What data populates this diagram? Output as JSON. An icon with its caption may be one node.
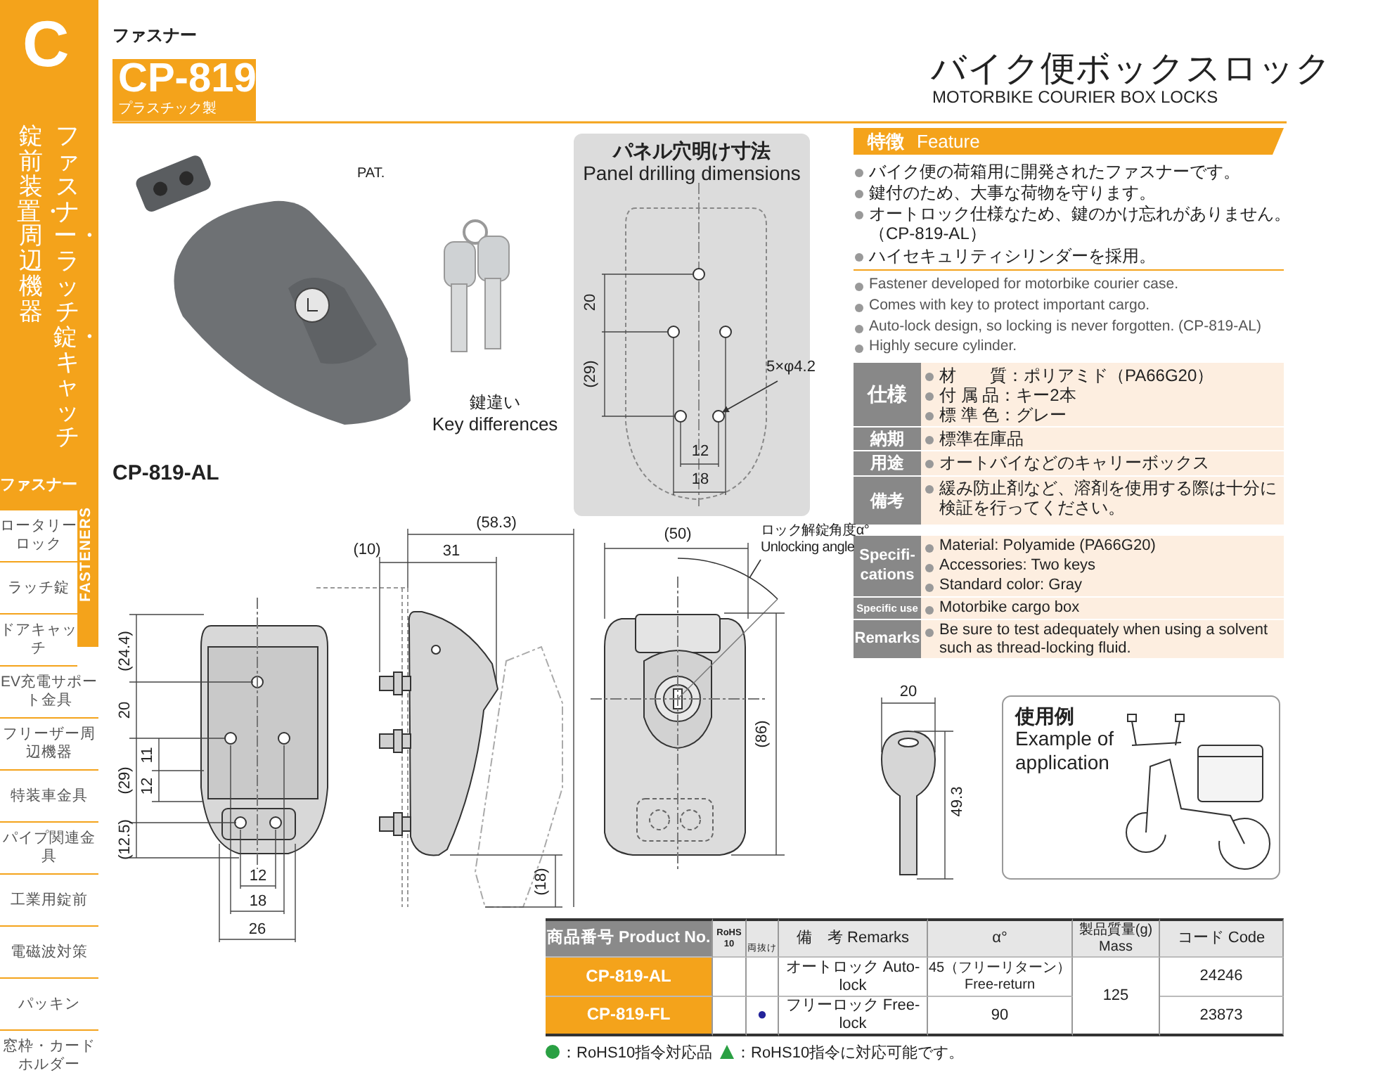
{
  "diagram": {
    "title": "バイク便ボックスロック",
    "nodes": [
      {
        "text": [
          "5×φ4.2"
        ]
      },
      {
        "text": [],
        "shape": "circle"
      },
      {
        "text": [
          "ロック解錠角度α°",
          "Unlocking angle"
        ]
      },
      {
        "text": [],
        "shape": "arc"
      }
    ],
    "edges": [
      {
        "from": 0,
        "to": 1,
        "arrow": "to"
      },
      {
        "from": 2,
        "to": 3,
        "arrow": "none"
      }
    ],
    "labels": [
      "C",
      "ファスナー・ラッチ錠・キャッチ",
      "錠前装置・周辺機器",
      "ファスナー",
      "FASTENERS",
      "ロータリーロック",
      "ラッチ錠",
      "ドアキャッチ",
      "EV充電サポート金具",
      "フリーザー周辺機器",
      "特装車金具",
      "パイプ関連金具",
      "工業用錠前",
      "電磁波対策",
      "パッキン",
      "窓枠・カードホルダー",
      "ファスナー",
      "CP-819",
      "プラスチック製",
      "MOTORBIKE COURIER BOX LOCKS",
      "PAT.",
      "鍵違い",
      "Key differences",
      "CP-819-AL",
      "パネル穴明け寸法",
      "Panel drilling dimensions",
      "20",
      "(29)",
      "12",
      "18",
      "特徴",
      "Feature",
      "バイク便の荷箱用に開発されたファスナーです。",
      "鍵付のため、大事な荷物を守ります。",
      "オートロック仕様なため、鍵のかけ忘れがありません。（CP-819-AL）",
      "ハイセキュリティシリンダーを採用。",
      "Fastener developed for motorbike courier case.",
      "Comes with key to protect important cargo.",
      "Auto-lock design, so locking is never forgotten. (CP-819-AL)",
      "Highly secure cylinder.",
      "仕様",
      "材　　質：ポリアミド（PA66G20）",
      "付 属 品：キー2本",
      "標 準 色：グレー",
      "納期",
      "標準在庫品",
      "用途",
      "オートバイなどのキャリーボックス",
      "備考",
      "緩み防止剤など、溶剤を使用する際は十分に検証を行ってください。",
      "Specifi- cations",
      "Material: Polyamide (PA66G20)",
      "Accessories: Two keys",
      "Standard color: Gray",
      "Specific use",
      "Motorbike cargo box",
      "(24.4)",
      "Remarks",
      "Be sure to test adequately when using a solvent such as thread-locking fluid.",
      "20",
      "(29)",
      "11",
      "12",
      "(12.5)",
      "12",
      "18",
      "26",
      "(10)",
      "31",
      "(58.3)",
      "(18)",
      "(50)",
      "(86)",
      "20",
      "49.3",
      "使用例",
      "Example of application",
      "商品番号 Product No.",
      "RoHS 10",
      "両抜け",
      "備　考 Remarks",
      "α°",
      "製品質量(g) Mass",
      "コード Code",
      "CP-819-AL",
      "オートロック Auto-lock",
      "45（フリーリターン） Free-return",
      "125",
      "24246",
      "CP-819-FL",
      "●",
      "フリーロック Free-lock",
      "90",
      "23873"
    ],
    "legend": [
      {
        "text": "：RoHS10指令対応品",
        "color": "#2aa043"
      },
      {
        "text": "：RoHS10指令に対応可能です。"
      }
    ]
  }
}
